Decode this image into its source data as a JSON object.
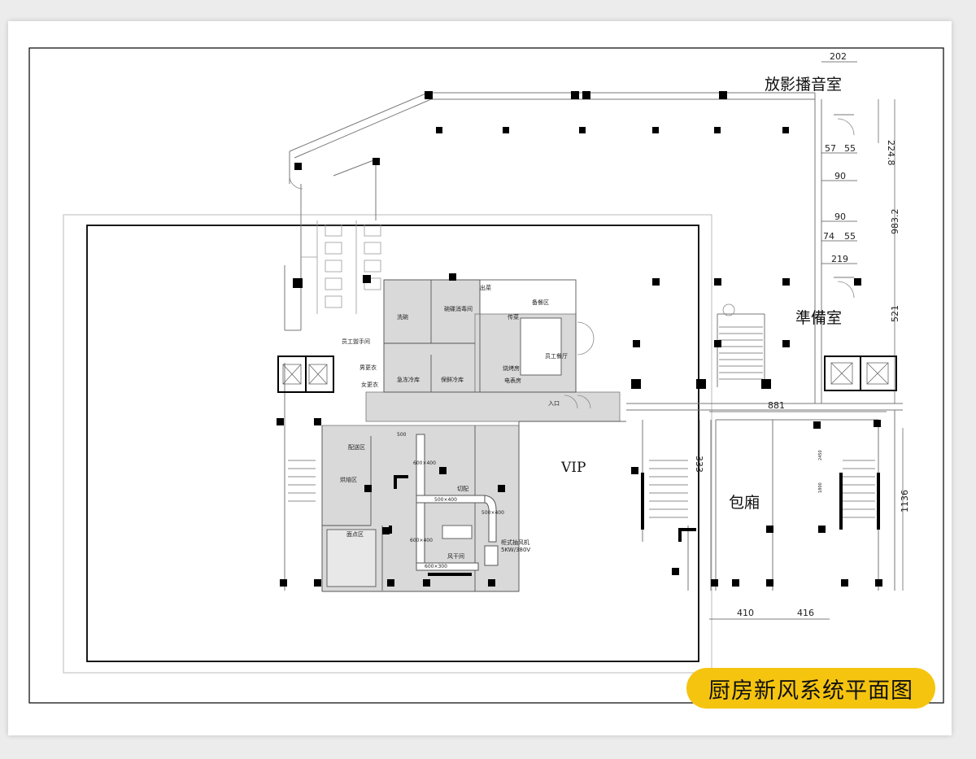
{
  "drawing": {
    "title_badge": "厨房新风系统平面图",
    "badge_color": "#f5c40f",
    "kitchen_fill": "#d9d9d9"
  },
  "rooms": {
    "projection_room": "放影播音室",
    "prep_room": "準備室",
    "vip": "VIP",
    "private_room": "包廂",
    "dish_wash": "洗碗",
    "dish_disinfect": "碗碟消毒间",
    "dispatch": "出菜",
    "serving_area": "备餐区",
    "staff_washroom": "员工盥手间",
    "male_locker": "男更衣",
    "female_locker": "女更衣",
    "freezer": "急冻冷库",
    "cold_storage": "保鲜冷库",
    "staff_canteen": "员工餐厅",
    "transfer": "传菜",
    "boiler_room": "烧烤房",
    "meter_room": "电表房",
    "entrance": "入口",
    "distribution_area": "配送区",
    "baking_area": "烘焙区",
    "pastry_area": "面点区",
    "chopping": "切配",
    "exhaust_unit": "柜式抽风机",
    "exhaust_spec": "5KW/380V",
    "fan_room": "风干间"
  },
  "ducts": {
    "d1": "600×400",
    "d2": "500×400",
    "d3": "500×400",
    "d4": "600×400",
    "d5": "600×300",
    "d6": "500"
  },
  "dimensions": {
    "top_202": "202",
    "v_2248": "224.8",
    "h_57": "57",
    "h_55": "55",
    "h_90a": "90",
    "v_9832": "983.2",
    "h_90b": "90",
    "h_74": "74",
    "h_55b": "55",
    "h_219": "219",
    "v_521": "521",
    "h_881": "881",
    "v_333": "333",
    "v_1136": "1136",
    "h_410": "410",
    "h_416": "416",
    "s_2450": "2450",
    "s_1800": "1800"
  }
}
